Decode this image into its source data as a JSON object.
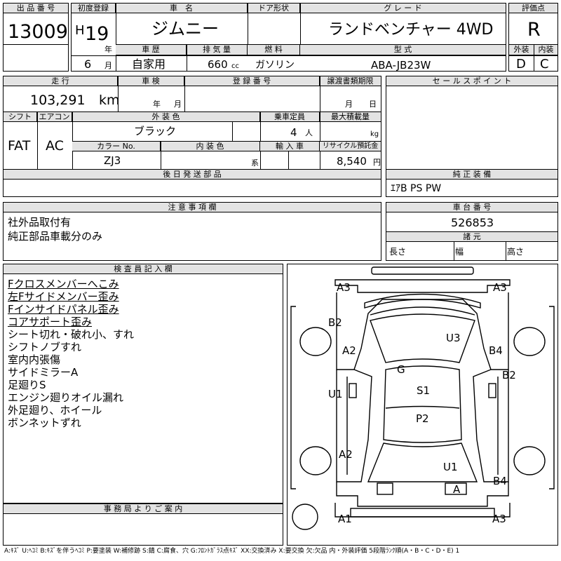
{
  "header": {
    "lot_label": "出 品 番 号",
    "lot_no": "13009",
    "first_reg_label": "初度登録",
    "era": "H",
    "year": "19",
    "nen": "年",
    "month": "6",
    "tsuki": "月",
    "car_name_label": "車　名",
    "car_name": "ジムニー",
    "door_label": "ドア形状",
    "grade_label": "グ レ ー ド",
    "grade": "ランドベンチャー 4WD",
    "score_label": "評価点",
    "score": "R",
    "history_label": "車 歴",
    "history": "自家用",
    "displacement_label": "排 気 量",
    "displacement": "660",
    "cc": "cc",
    "fuel_label": "燃 料",
    "fuel": "ガソリン",
    "model_label": "型 式",
    "model": "ABA-JB23W",
    "ext_label": "外装",
    "ext": "D",
    "int_label": "内装",
    "int": "C"
  },
  "row2": {
    "mileage_label": "走 行",
    "mileage": "103,291",
    "km": "km",
    "inspection_label": "車 検",
    "nen": "年",
    "tsuki": "月",
    "reg_label": "登 録 番 号",
    "transfer_label": "譲渡書類期限",
    "transfer_month": "月",
    "transfer_day": "日",
    "sales_label": "セ ー ル ス ポ イ ン ト",
    "shift_label": "シフト",
    "shift": "FAT",
    "ac_label": "エアコン",
    "ac": "AC",
    "color_label": "外 装 色",
    "color": "ブラック",
    "capacity_label": "乗車定員",
    "capacity": "4",
    "person": "人",
    "max_load_label": "最大積載量",
    "kg": "kg",
    "color_no_label": "カラー No.",
    "color_no": "ZJ3",
    "int_color_label": "内 装 色",
    "kei": "系",
    "import_label": "輸 入 車",
    "recycle_label": "リサイクル預託金",
    "recycle": "8,540",
    "yen": "円",
    "delivery_label": "後 日 発 送 部 品",
    "equip_label": "純 正 装 備",
    "equip": "ｴｱB PS PW"
  },
  "notes": {
    "label": "注 意 事 項 欄",
    "lines": [
      "社外品取付有",
      "純正部品車載分のみ"
    ],
    "chassis_label": "車 台 番 号",
    "chassis": "526853",
    "spec_label": "諸 元",
    "length": "長さ",
    "width": "幅",
    "height": "高さ"
  },
  "inspector": {
    "label": "検 査 員 記 入 欄",
    "lines": [
      "Fクロスメンバーへこみ",
      "左Fサイドメンバー歪み",
      "Fインサイドパネル歪み",
      "コアサポート歪み",
      "シート切れ・破れ小、すれ",
      "シフトノブすれ",
      "室内内張傷",
      "サイドミラーA",
      "足廻りS",
      "エンジン廻りオイル漏れ",
      "外足廻り、ホイール",
      "ボンネットずれ"
    ]
  },
  "office": {
    "label": "事 務 局 よ り ご 案 内"
  },
  "diagram": {
    "marks": [
      "A3",
      "A3",
      "B2",
      "U3",
      "B4",
      "A2",
      "G",
      "B2",
      "U1",
      "S1",
      "P2",
      "A2",
      "U1",
      "A",
      "B4",
      "A1",
      "A3"
    ]
  },
  "legend": "A:ｷｽﾞ U:ﾍｺﾐ B:ｷｽﾞを伴うﾍｺﾐ P:要塗装 W:補修跡 S:錆 C:腐食、穴 G:ﾌﾛﾝﾄｶﾞﾗｽ点ｷｽﾞ XX:交換済み X:要交換 欠:欠品 内・外装評価 5段階ﾗﾝｸ順(A・B・C・D・E) 1"
}
